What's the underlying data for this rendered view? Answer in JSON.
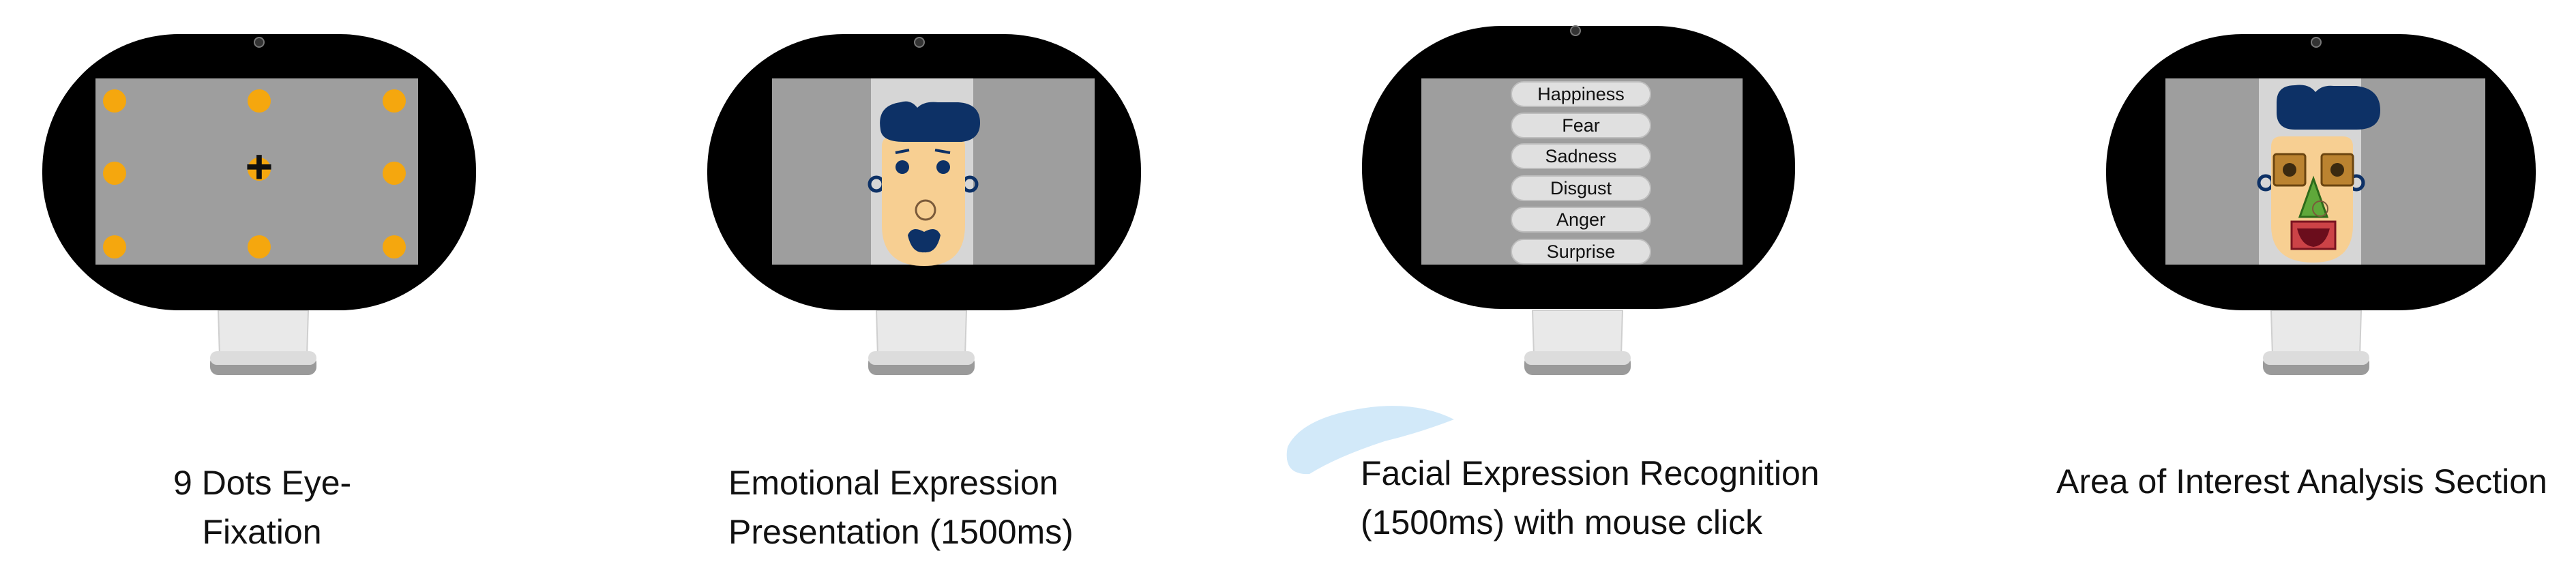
{
  "captions": {
    "step1": [
      "9 Dots Eye-",
      "Fixation"
    ],
    "step2": [
      "Emotional Expression",
      "Presentation (1500ms)"
    ],
    "step3": [
      "Facial Expression Recognition",
      "(1500ms) with mouse click"
    ],
    "step4": [
      "Area of Interest Analysis Section"
    ]
  },
  "emotion_options": [
    "Happiness",
    "Fear",
    "Sadness",
    "Disgust",
    "Anger",
    "Surprise"
  ],
  "fixation": {
    "dot_count": 9,
    "center_symbol": "+"
  },
  "colors": {
    "bezel": "#000000",
    "screen": "#9e9e9e",
    "dot": "#f5a70e",
    "skin": "#f7cf92",
    "hair": "#0d3166",
    "face_panel": "#d6d6d6",
    "aoi_eye": "#b0761e",
    "aoi_nose": "#5fa83a",
    "aoi_mouth": "#c42a3a",
    "stand": "#e9e9e9"
  }
}
